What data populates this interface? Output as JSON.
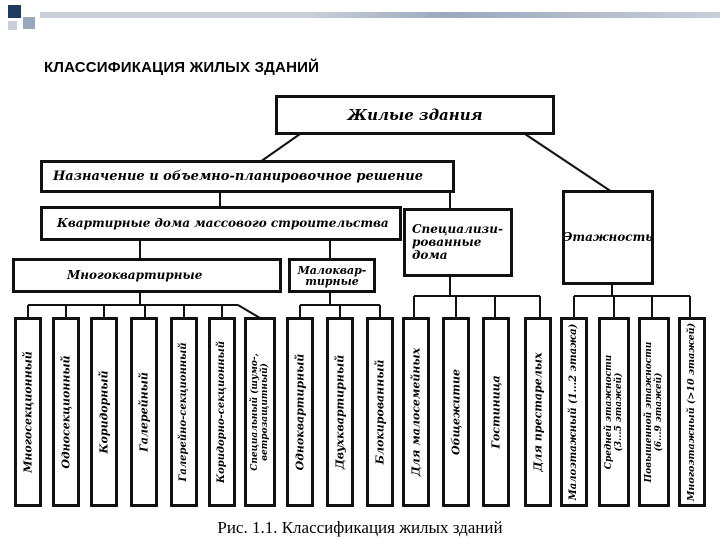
{
  "slide": {
    "title": "КЛАССИФИКАЦИЯ ЖИЛЫХ ЗДАНИЙ",
    "caption": "Рис. 1.1. Классификация жилых зданий",
    "colors": {
      "square_dark": "#1e3a5f",
      "square_light": "#9aa8bd",
      "band": "#c9ced8"
    }
  },
  "diagram": {
    "root": "Жилые здания",
    "level1": {
      "purpose": "Назначение и объемно-планировочное решение",
      "storeys": "Этажность"
    },
    "level2": {
      "mass": "Квартирные дома массового строительства",
      "special": "Специализи-\nрованные\nдома"
    },
    "level3": {
      "multi": "Многоквартирные",
      "low": "Малоквар-\nтирные"
    },
    "leaves": [
      "Многосекционный",
      "Односекционный",
      "Коридорный",
      "Галерейный",
      "Галерейно-секционный",
      "Коридорно-секционный",
      "Специальный (шумо-,\nветрозащитный)",
      "Одноквартирный",
      "Двухквартирный",
      "Блокированный",
      "Для малосемейных",
      "Общежитие",
      "Гостиница",
      "Для престарелых",
      "Малоэтажный (1...2 этажа)",
      "Средней этажности\n(3...5 этажей)",
      "Повышенной этажности\n(6...9 этажей)",
      "Многоэтажный (>10 этажей)"
    ]
  }
}
